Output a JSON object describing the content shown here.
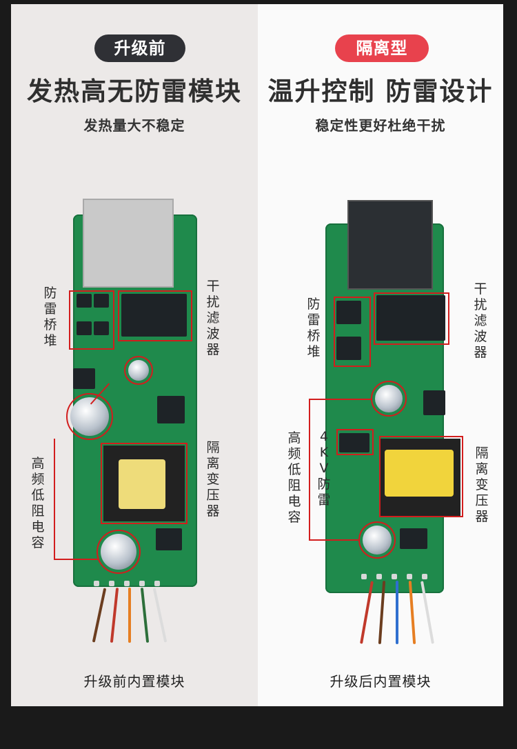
{
  "left": {
    "badge": "升级前",
    "heading": "发热高无防雷模块",
    "subheading": "发热量大不稳定",
    "labels": {
      "bridge": "防雷桥堆",
      "filter": "干扰滤波器",
      "capacitor": "高频低阻电容",
      "transformer": "隔离变压器"
    },
    "caption": "升级前内置模块"
  },
  "right": {
    "badge": "隔离型",
    "heading": "温升控制 防雷设计",
    "subheading": "稳定性更好杜绝干扰",
    "labels": {
      "bridge": "防雷桥堆",
      "filter": "干扰滤波器",
      "capacitor": "高频低阻电容",
      "protection": "4KV防雷",
      "transformer": "隔离变压器"
    },
    "caption": "升级后内置模块"
  },
  "colors": {
    "badge_dark": "#2f3035",
    "badge_red": "#e8424d",
    "highlight": "#d21d1d",
    "pcb_green": "#1f8a4c"
  }
}
